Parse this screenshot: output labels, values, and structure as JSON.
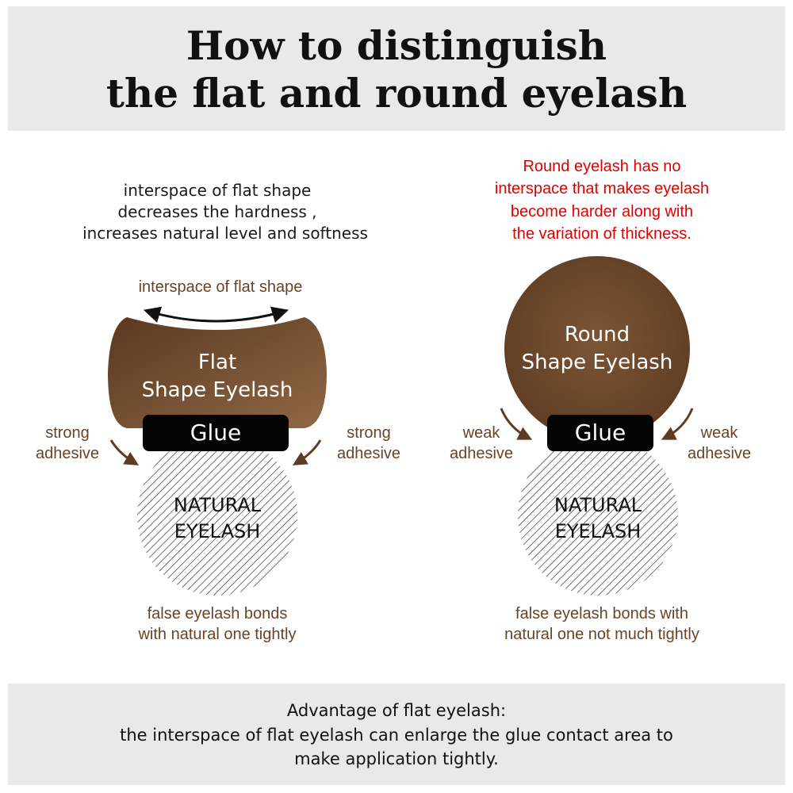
{
  "header": {
    "title_line1": "How to distinguish",
    "title_line2": "the flat and round eyelash"
  },
  "flat": {
    "desc_lines": [
      "interspace of  flat shape",
      "decreases the hardness ,",
      "increases natural level  and softness"
    ],
    "interspace_label": "interspace of flat shape",
    "shape_label_line1": "Flat",
    "shape_label_line2": "Shape Eyelash",
    "glue_label": "Glue",
    "left_adhesive_line1": "strong",
    "left_adhesive_line2": "adhesive",
    "right_adhesive_line1": "strong",
    "right_adhesive_line2": "adhesive",
    "natural_line1": "NATURAL",
    "natural_line2": "EYELASH",
    "bond_line1": "false eyelash bonds",
    "bond_line2": "with natural one tightly"
  },
  "round": {
    "desc_lines": [
      "Round eyelash has no",
      "interspace that makes eyelash",
      "become harder along with",
      "the variation of thickness."
    ],
    "shape_label_line1": "Round",
    "shape_label_line2": "Shape Eyelash",
    "glue_label": "Glue",
    "left_adhesive_line1": "weak",
    "left_adhesive_line2": "adhesive",
    "right_adhesive_line1": "weak",
    "right_adhesive_line2": "adhesive",
    "natural_line1": "NATURAL",
    "natural_line2": "EYELASH",
    "bond_line1": "false eyelash bonds with",
    "bond_line2": "natural one not much tightly"
  },
  "footer": {
    "line1": "Advantage of flat eyelash:",
    "line2": "the interspace of flat eyelash can enlarge the glue contact area to",
    "line3": "make application tightly."
  },
  "colors": {
    "brown_dark": "#5e3c22",
    "brown_light": "#8b6241",
    "label_brown": "#6b4324",
    "red_text": "#e00000",
    "panel_gray": "#e9e9e9"
  }
}
